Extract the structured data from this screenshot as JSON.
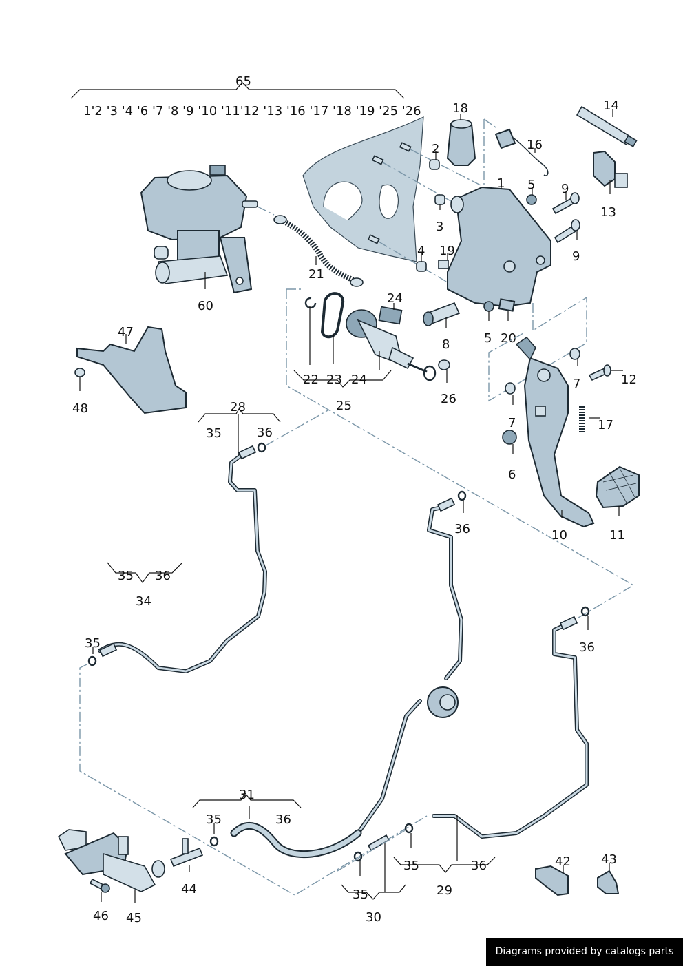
{
  "diagram": {
    "title_group": {
      "number": "65",
      "members": "1'2 '3 '4 '6 '7 '8 '9 '10 '11'12 '13 '16 '17 '18 '19 '25 '26"
    },
    "labels": {
      "p1": "1",
      "p2": "2",
      "p3": "3",
      "p4": "4",
      "p5a": "5",
      "p5b": "5",
      "p6": "6",
      "p7a": "7",
      "p7b": "7",
      "p8": "8",
      "p9a": "9",
      "p9b": "9",
      "p10": "10",
      "p11": "11",
      "p12": "12",
      "p13": "13",
      "p14": "14",
      "p16": "16",
      "p17": "17",
      "p18": "18",
      "p19": "19",
      "p20": "20",
      "p21": "21",
      "p22": "22",
      "p23": "23",
      "p24a": "24",
      "p24b": "24",
      "p25": "25",
      "p26": "26",
      "p28": "28",
      "p28_35": "35",
      "p28_36": "36",
      "p29": "29",
      "p29_35": "35",
      "p29_36": "36",
      "p30": "30",
      "p30_35": "35",
      "p31": "31",
      "p31_35": "35",
      "p31_36": "36",
      "p34": "34",
      "p34_35": "35",
      "p34_36": "36",
      "p35_hose": "35",
      "p36_mid": "36",
      "p36_right": "36",
      "p42": "42",
      "p43": "43",
      "p44": "44",
      "p45": "45",
      "p46": "46",
      "p47": "47",
      "p48": "48",
      "p60": "60"
    }
  },
  "footer": {
    "text": "Diagrams provided by catalogs parts"
  },
  "colors": {
    "part_fill": "#b3c6d3",
    "outline": "#1d2a33",
    "dash_line": "#7b96a8",
    "footer_bg": "#000000"
  }
}
